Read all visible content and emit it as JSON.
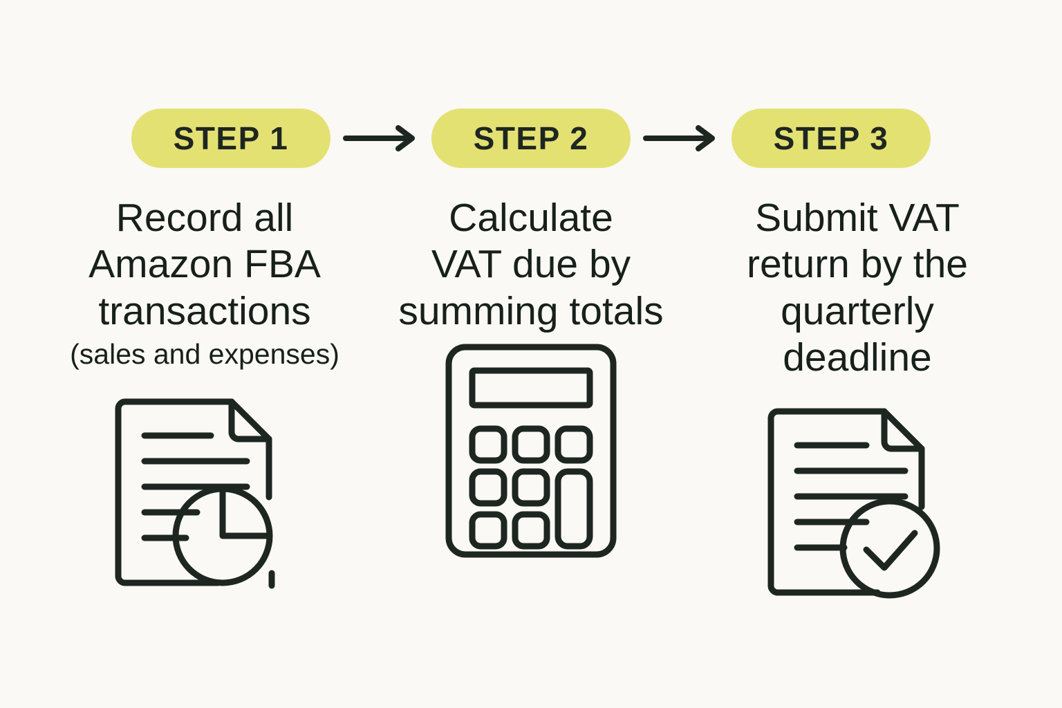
{
  "theme": {
    "background": "#faf9f5",
    "badge_fill": "#e4e173",
    "ink": "#1e2621",
    "text": "#17201b"
  },
  "steps": [
    {
      "badge": "STEP 1",
      "headline_lines": [
        "Record all",
        "Amazon FBA",
        "transactions"
      ],
      "subline": "(sales and expenses)",
      "icon": "document-pie-chart-icon"
    },
    {
      "badge": "STEP 2",
      "headline_lines": [
        "Calculate",
        "VAT due by",
        "summing totals"
      ],
      "subline": "",
      "icon": "calculator-icon"
    },
    {
      "badge": "STEP 3",
      "headline_lines": [
        "Submit VAT",
        "return by the",
        "quarterly",
        "deadline"
      ],
      "subline": "",
      "icon": "document-check-icon"
    }
  ],
  "connectors": [
    {
      "name": "arrow-right-icon"
    },
    {
      "name": "arrow-right-icon"
    }
  ]
}
